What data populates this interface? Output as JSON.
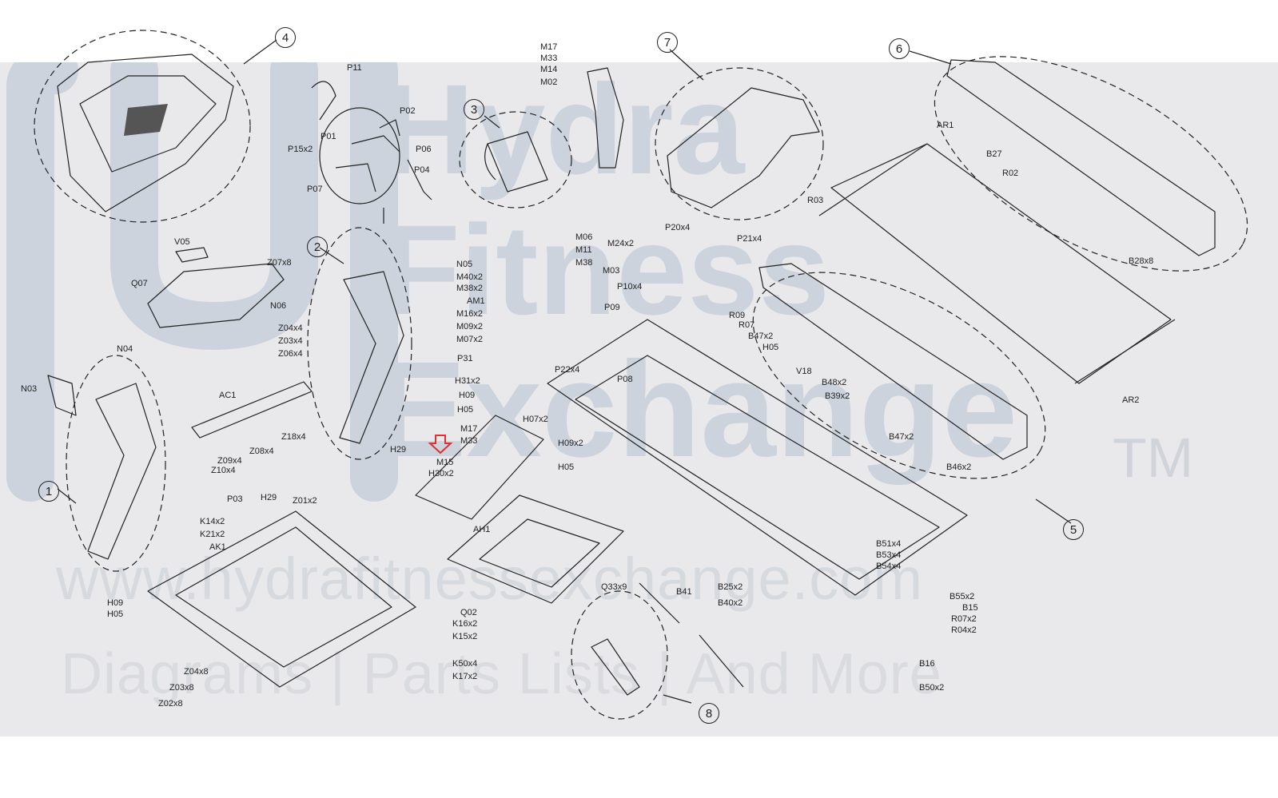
{
  "watermark": {
    "brand_line1": "Hydra",
    "brand_line2": "Fitness",
    "brand_line3": "Exchange",
    "trademark": "TM",
    "url": "www.hydrafitnessexchange.com",
    "tagline": "Diagrams | Parts Lists | And More",
    "color": "#ccd3dd"
  },
  "callouts": [
    {
      "id": "c1",
      "label": "1"
    },
    {
      "id": "c2",
      "label": "2"
    },
    {
      "id": "c3",
      "label": "3"
    },
    {
      "id": "c4",
      "label": "4"
    },
    {
      "id": "c5",
      "label": "5"
    },
    {
      "id": "c6",
      "label": "6"
    },
    {
      "id": "c7",
      "label": "7"
    },
    {
      "id": "c8",
      "label": "8"
    }
  ],
  "parts": [
    "P11",
    "P02",
    "P01",
    "P06",
    "P15x2",
    "P04",
    "P07",
    "M17",
    "M33",
    "M14",
    "M02",
    "AR1",
    "B27",
    "R02",
    "R03",
    "B28x8",
    "V05",
    "Z07x8",
    "Q07",
    "N06",
    "Z04x4",
    "Z03x4",
    "Z06x4",
    "N05",
    "M40x2",
    "M38x2",
    "AM1",
    "M16x2",
    "M09x2",
    "M07x2",
    "M06",
    "M11",
    "M38",
    "M24x2",
    "M03",
    "P10x4",
    "P09",
    "P20x4",
    "P21x4",
    "R09",
    "R07",
    "B47x2",
    "H05",
    "V18",
    "B48x2",
    "B39x2",
    "N04",
    "N03",
    "AC1",
    "Z18x4",
    "Z09x4",
    "Z08x4",
    "Z10x4",
    "P31",
    "H31x2",
    "H09",
    "H05",
    "H07x2",
    "M17",
    "M33",
    "H29",
    "M15",
    "H30x2",
    "H09x2",
    "H05",
    "P22x4",
    "P08",
    "B47x2",
    "B46x2",
    "AR2",
    "P03",
    "H29",
    "Z01x2",
    "K14x2",
    "K21x2",
    "AK1",
    "AH1",
    "B51x4",
    "B53x4",
    "B54x4",
    "Q33x9",
    "B41",
    "B25x2",
    "B40x2",
    "B55x2",
    "B15",
    "R07x2",
    "R04x2",
    "H09",
    "H05",
    "Q02",
    "K16x2",
    "K15x2",
    "K50x4",
    "K17x2",
    "Z04x8",
    "Z03x8",
    "Z02x8",
    "B16",
    "B50x2"
  ],
  "highlight": {
    "part": "M15",
    "color": "#e03030"
  }
}
